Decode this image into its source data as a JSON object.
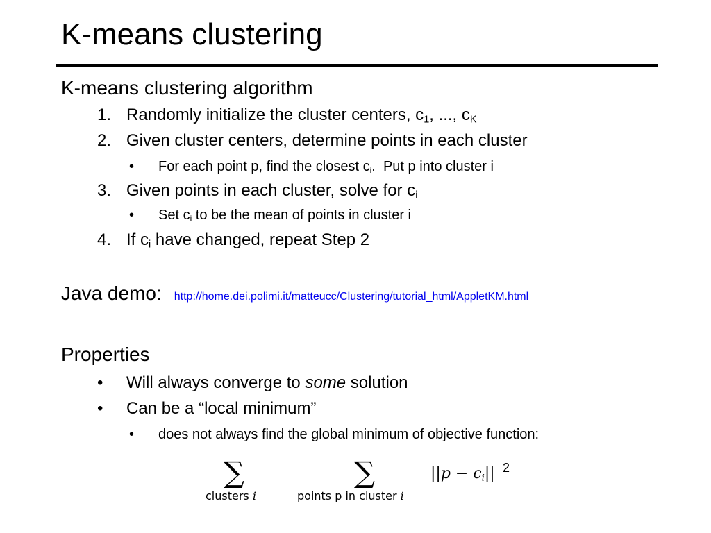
{
  "slide": {
    "title": "K-means clustering",
    "section_algorithm": "K-means clustering algorithm",
    "steps": [
      {
        "num": "1.",
        "text": "Randomly initialize the cluster centers, c",
        "sub1": "1",
        "mid": ", ..., c",
        "sub2": "K"
      },
      {
        "num": "2.",
        "text": "Given cluster centers, determine points in each cluster"
      },
      {
        "num": "3.",
        "text": "Given points in each cluster, solve for c",
        "sub": "i"
      },
      {
        "num": "4.",
        "text_before": "If c",
        "sub": "i",
        "text_after": " have changed, repeat Step 2"
      }
    ],
    "step2_bullet": {
      "before": "For each point p, find the closest c",
      "sub": "i",
      "after": ".  Put p into cluster i"
    },
    "step3_bullet": {
      "before": "Set c",
      "sub": "i",
      "after": " to be the mean of points in cluster i"
    },
    "java_demo": {
      "label": "Java demo:",
      "url": "http://home.dei.polimi.it/matteucc/Clustering/tutorial_html/AppletKM.html"
    },
    "properties": {
      "heading": "Properties",
      "items": [
        {
          "before": "Will always converge to ",
          "emph": "some",
          "after": " solution"
        },
        {
          "text": "Can be a “local minimum”"
        }
      ],
      "sub_item": "does not always find the global minimum of objective function:"
    },
    "bullet_char": "•",
    "formula": {
      "sum_symbol": "∑",
      "sum1_label": "clusters",
      "sum1_var": "i",
      "sum2_label": "points p in cluster",
      "sum2_var": "i",
      "norm_text": "||p − c",
      "norm_sub": "i",
      "norm_close": "||",
      "exponent": "2"
    }
  }
}
